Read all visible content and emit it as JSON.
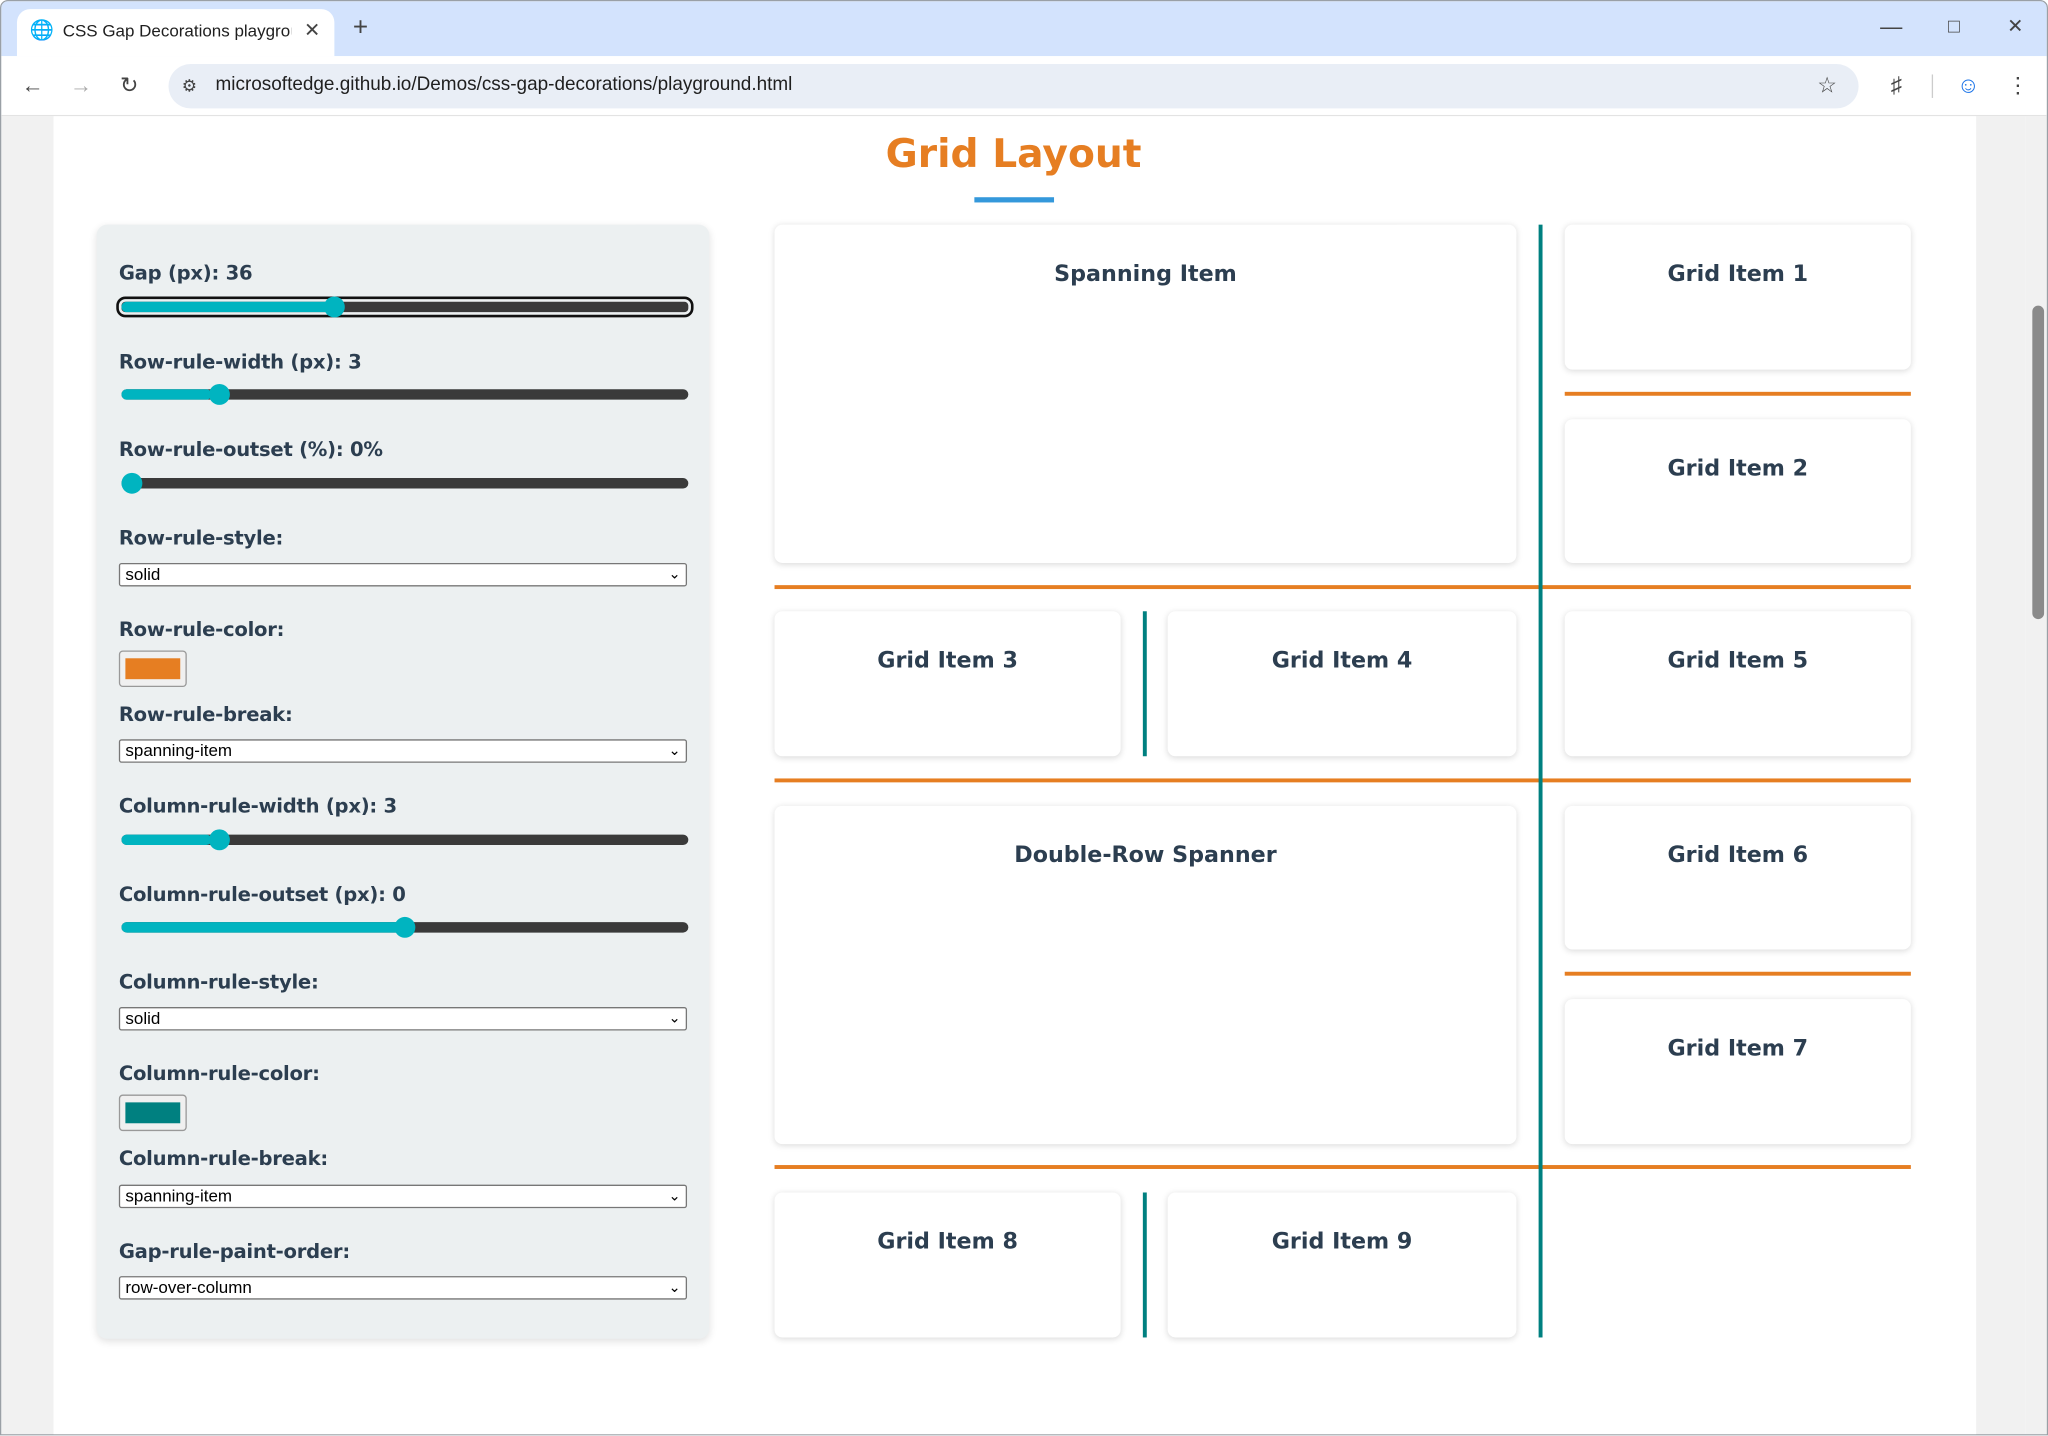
{
  "browser": {
    "tab_title": "CSS Gap Decorations playground",
    "url": "microsoftedge.github.io/Demos/css-gap-decorations/playground.html",
    "icons": [
      "globe-icon",
      "close-icon",
      "plus-icon",
      "minimize-icon",
      "maximize-icon",
      "window-close-icon",
      "back-icon",
      "forward-icon",
      "reload-icon",
      "site-settings-icon",
      "star-icon",
      "extensions-icon",
      "profile-icon",
      "menu-icon"
    ]
  },
  "page": {
    "title": "Grid Layout",
    "title_color": "#e67e22",
    "underline_color": "#3498db"
  },
  "controls": {
    "gap": {
      "label": "Gap (px): 36",
      "value": 36,
      "fraction": 0.37
    },
    "row_rule_width": {
      "label": "Row-rule-width (px): 3",
      "value": 3,
      "fraction": 0.16
    },
    "row_rule_outset": {
      "label": "Row-rule-outset (%): 0%",
      "value": 0,
      "fraction": 0.0
    },
    "row_rule_style": {
      "label": "Row-rule-style:",
      "value": "solid"
    },
    "row_rule_color": {
      "label": "Row-rule-color:",
      "value": "#e67e22"
    },
    "row_rule_break": {
      "label": "Row-rule-break:",
      "value": "spanning-item"
    },
    "column_rule_width": {
      "label": "Column-rule-width (px): 3",
      "value": 3,
      "fraction": 0.16
    },
    "column_rule_outset": {
      "label": "Column-rule-outset (px): 0",
      "value": 0,
      "fraction": 0.5
    },
    "column_rule_style": {
      "label": "Column-rule-style:",
      "value": "solid"
    },
    "column_rule_color": {
      "label": "Column-rule-color:",
      "value": "#008080"
    },
    "column_rule_break": {
      "label": "Column-rule-break:",
      "value": "spanning-item"
    },
    "gap_rule_paint_order": {
      "label": "Gap-rule-paint-order:",
      "value": "row-over-column"
    }
  },
  "grid": {
    "items": [
      "Spanning Item",
      "Grid Item 1",
      "Grid Item 2",
      "Grid Item 3",
      "Grid Item 4",
      "Grid Item 5",
      "Double-Row Spanner",
      "Grid Item 6",
      "Grid Item 7",
      "Grid Item 8",
      "Grid Item 9"
    ]
  }
}
